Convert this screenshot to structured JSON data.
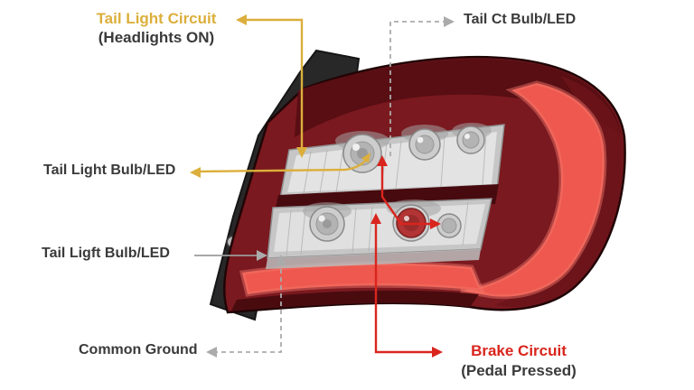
{
  "diagram_title": "Car tail light circuit diagram",
  "labels": {
    "tail_light_circuit_title": "Tail Light Circuit",
    "tail_light_circuit_sub": "(Headlights ON)",
    "tail_ct_bulb": "Tail Ct Bulb/LED",
    "tail_light_bulb_upper": "Tail Light Bulb/LED",
    "tail_light_bulb_lower": "Tail Ligft Bulb/LED",
    "common_ground": "Common Ground",
    "brake_circuit_title": "Brake Circuit",
    "brake_circuit_sub": "(Pedal Pressed)"
  },
  "colors": {
    "tail_accent": "#DCAF3C",
    "brake_accent": "#D9251D",
    "ground_gray": "#ABABAB",
    "label_dark": "#3A3A3A",
    "lamp_bright": "#EE584E",
    "lamp_maroon": "#7A191F",
    "lamp_dark_maroon": "#580E13",
    "bracket_black": "#282828"
  }
}
